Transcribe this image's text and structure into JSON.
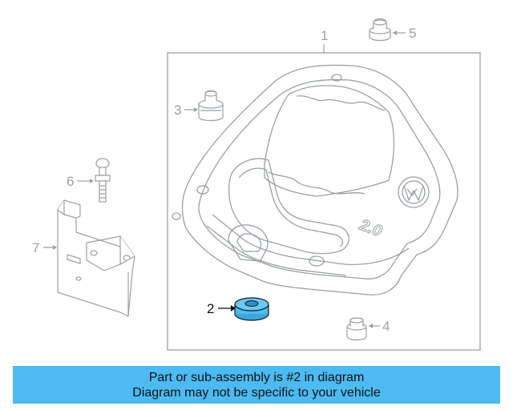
{
  "diagram": {
    "callouts": {
      "c1": "1",
      "c2": "2",
      "c3": "3",
      "c4": "4",
      "c5": "5",
      "c6": "6",
      "c7": "7"
    },
    "cover_marking": "2.0",
    "highlighted_part": "2"
  },
  "footer": {
    "line1": "Part or sub-assembly is #2 in diagram",
    "line2": "Diagram may not be specific to your vehicle"
  },
  "colors": {
    "highlight": "#4dbaf2",
    "line_art": "#9aa0a6",
    "footer_bg": "#4dbaf2",
    "text_dark": "#111111"
  }
}
